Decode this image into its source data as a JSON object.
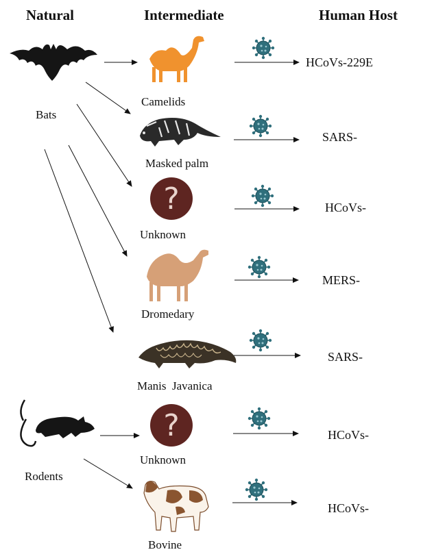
{
  "headers": {
    "natural": "Natural",
    "intermediate": "Intermediate",
    "human_host": "Human Host"
  },
  "natural_hosts": {
    "bats": "Bats",
    "rodents": "Rodents"
  },
  "intermediate_hosts": [
    {
      "label": "Camelids",
      "icon": "camel-icon"
    },
    {
      "label": "Masked palm",
      "icon": "civet-icon"
    },
    {
      "label": "Unknown",
      "icon": "question-icon"
    },
    {
      "label": "Dromedary",
      "icon": "dromedary-icon"
    },
    {
      "label": "Manis  Javanica",
      "icon": "pangolin-icon"
    },
    {
      "label": "Unknown",
      "icon": "question-icon"
    },
    {
      "label": "Bovine",
      "icon": "cow-icon"
    }
  ],
  "human_viruses": [
    "HCoVs-229E",
    "SARS-",
    "HCoVs-",
    "MERS-",
    "SARS-",
    "HCoVs-",
    "HCoVs-"
  ],
  "colors": {
    "camelid": "#f0922e",
    "dromedary": "#d6a077",
    "unknown_circle": "#5e2521",
    "virus": "#2f6f7c",
    "bat": "#151515"
  }
}
